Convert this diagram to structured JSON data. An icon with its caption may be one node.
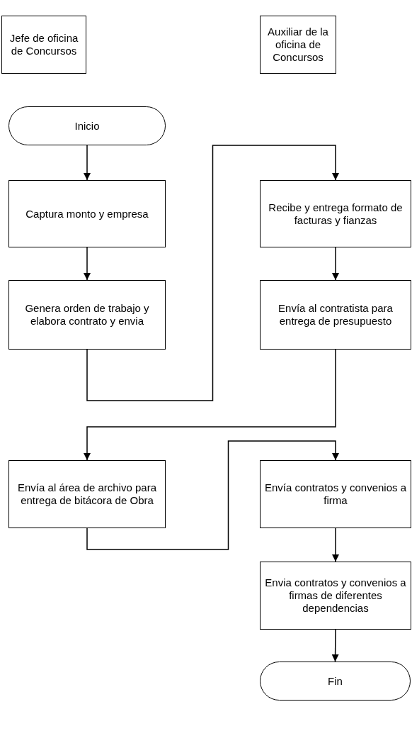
{
  "diagram": {
    "nodes": [
      {
        "text": [
          "Jefe de oficina de Concursos"
        ]
      },
      {
        "text": [
          "Auxiliar de la oficina de Concursos"
        ]
      },
      {
        "text": [
          "Inicio"
        ]
      },
      {
        "text": [
          "Captura monto y empresa"
        ]
      },
      {
        "text": [
          "Genera orden de trabajo y elabora contrato y envia"
        ]
      },
      {
        "text": [
          "Recibe y entrega formato de facturas y fianzas"
        ]
      },
      {
        "text": [
          "Envía al contratista para entrega de presupuesto"
        ]
      },
      {
        "text": [
          "Envía al área de archivo para entrega de bitácora de Obra"
        ]
      },
      {
        "text": [
          "Envía contratos y convenios a firma"
        ]
      },
      {
        "text": [
          "Envia contratos y convenios a firmas de diferentes dependencias"
        ]
      },
      {
        "text": [
          "Fin"
        ]
      }
    ],
    "edges": [
      {
        "from": 2,
        "to": 3,
        "arrow": "to"
      },
      {
        "from": 3,
        "to": 4,
        "arrow": "to"
      },
      {
        "from": 4,
        "to": 5,
        "arrow": "to"
      },
      {
        "from": 5,
        "to": 6,
        "arrow": "to"
      },
      {
        "from": 6,
        "to": 7,
        "arrow": "to"
      },
      {
        "from": 7,
        "to": 8,
        "arrow": "to"
      },
      {
        "from": 8,
        "to": 9,
        "arrow": "to"
      },
      {
        "from": 9,
        "to": 10,
        "arrow": "to"
      }
    ]
  }
}
